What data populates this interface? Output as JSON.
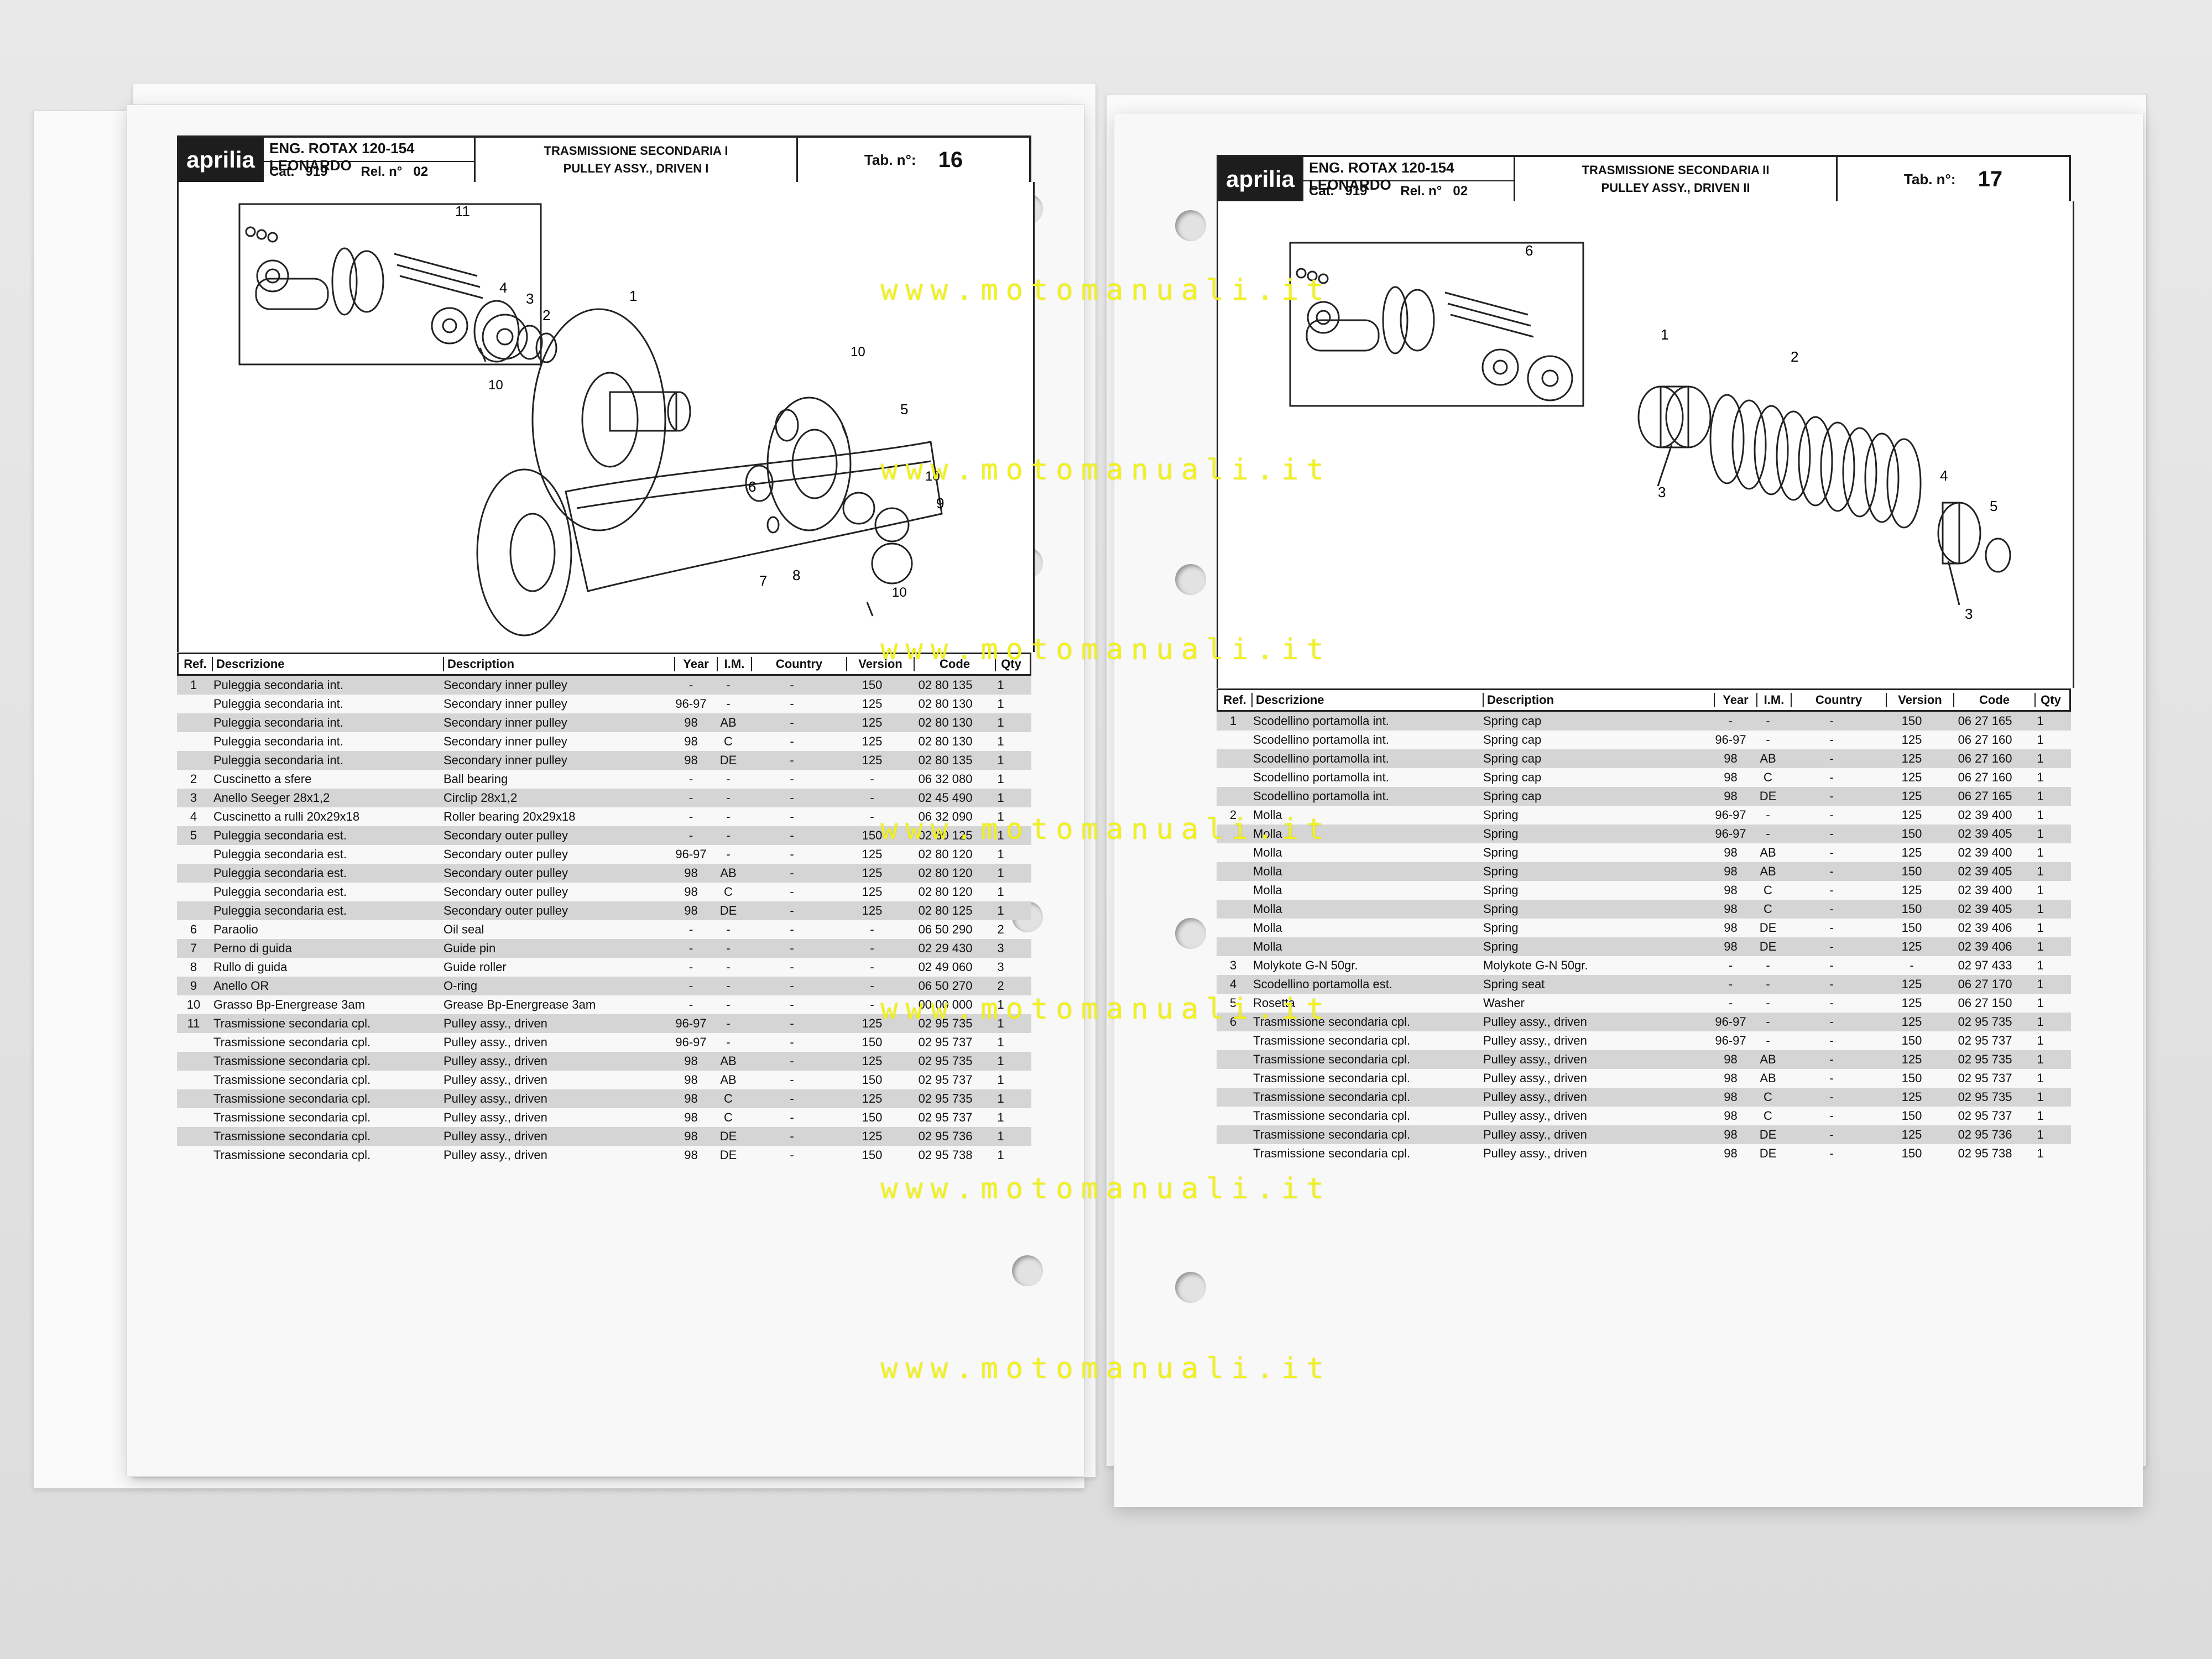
{
  "left": {
    "logo": "aprilia",
    "engine": "ENG. ROTAX 120-154 LEONARDO",
    "cat_label": "Cat.",
    "cat_value": "919",
    "rel_label": "Rel. n°",
    "rel_value": "02",
    "title_it": "TRASMISSIONE SECONDARIA I",
    "title_en": "PULLEY ASSY., DRIVEN I",
    "tab_label": "Tab. n°:",
    "tab_value": "16",
    "callouts": [
      "11",
      "4",
      "3",
      "2",
      "1",
      "10",
      "10",
      "5",
      "10",
      "6",
      "9",
      "7",
      "8",
      "10"
    ],
    "columns": [
      "Ref.",
      "Descrizione",
      "Description",
      "Year",
      "I.M.",
      "Country",
      "Version",
      "Code",
      "Qty"
    ],
    "rows": [
      [
        "1",
        "Puleggia secondaria int.",
        "Secondary inner pulley",
        "-",
        "-",
        "-",
        "150",
        "02 80 135",
        "1"
      ],
      [
        "",
        "Puleggia secondaria int.",
        "Secondary inner pulley",
        "96-97",
        "-",
        "-",
        "125",
        "02 80 130",
        "1"
      ],
      [
        "",
        "Puleggia secondaria int.",
        "Secondary inner pulley",
        "98",
        "AB",
        "-",
        "125",
        "02 80 130",
        "1"
      ],
      [
        "",
        "Puleggia secondaria int.",
        "Secondary inner pulley",
        "98",
        "C",
        "-",
        "125",
        "02 80 130",
        "1"
      ],
      [
        "",
        "Puleggia secondaria int.",
        "Secondary inner pulley",
        "98",
        "DE",
        "-",
        "125",
        "02 80 135",
        "1"
      ],
      [
        "2",
        "Cuscinetto a sfere",
        "Ball bearing",
        "-",
        "-",
        "-",
        "-",
        "06 32 080",
        "1"
      ],
      [
        "3",
        "Anello Seeger 28x1,2",
        "Circlip 28x1,2",
        "-",
        "-",
        "-",
        "-",
        "02 45 490",
        "1"
      ],
      [
        "4",
        "Cuscinetto a rulli 20x29x18",
        "Roller bearing 20x29x18",
        "-",
        "-",
        "-",
        "-",
        "06 32 090",
        "1"
      ],
      [
        "5",
        "Puleggia secondaria est.",
        "Secondary outer pulley",
        "-",
        "-",
        "-",
        "150",
        "02 80 125",
        "1"
      ],
      [
        "",
        "Puleggia secondaria est.",
        "Secondary outer pulley",
        "96-97",
        "-",
        "-",
        "125",
        "02 80 120",
        "1"
      ],
      [
        "",
        "Puleggia secondaria est.",
        "Secondary outer pulley",
        "98",
        "AB",
        "-",
        "125",
        "02 80 120",
        "1"
      ],
      [
        "",
        "Puleggia secondaria est.",
        "Secondary outer pulley",
        "98",
        "C",
        "-",
        "125",
        "02 80 120",
        "1"
      ],
      [
        "",
        "Puleggia secondaria est.",
        "Secondary outer pulley",
        "98",
        "DE",
        "-",
        "125",
        "02 80 125",
        "1"
      ],
      [
        "6",
        "Paraolio",
        "Oil seal",
        "-",
        "-",
        "-",
        "-",
        "06 50 290",
        "2"
      ],
      [
        "7",
        "Perno di guida",
        "Guide pin",
        "-",
        "-",
        "-",
        "-",
        "02 29 430",
        "3"
      ],
      [
        "8",
        "Rullo di guida",
        "Guide roller",
        "-",
        "-",
        "-",
        "-",
        "02 49 060",
        "3"
      ],
      [
        "9",
        "Anello OR",
        "O-ring",
        "-",
        "-",
        "-",
        "-",
        "06 50 270",
        "2"
      ],
      [
        "10",
        "Grasso Bp-Energrease 3am",
        "Grease Bp-Energrease 3am",
        "-",
        "-",
        "-",
        "-",
        "00 00 000",
        "1"
      ],
      [
        "11",
        "Trasmissione secondaria cpl.",
        "Pulley assy., driven",
        "96-97",
        "-",
        "-",
        "125",
        "02 95 735",
        "1"
      ],
      [
        "",
        "Trasmissione secondaria cpl.",
        "Pulley assy., driven",
        "96-97",
        "-",
        "-",
        "150",
        "02 95 737",
        "1"
      ],
      [
        "",
        "Trasmissione secondaria cpl.",
        "Pulley assy., driven",
        "98",
        "AB",
        "-",
        "125",
        "02 95 735",
        "1"
      ],
      [
        "",
        "Trasmissione secondaria cpl.",
        "Pulley assy., driven",
        "98",
        "AB",
        "-",
        "150",
        "02 95 737",
        "1"
      ],
      [
        "",
        "Trasmissione secondaria cpl.",
        "Pulley assy., driven",
        "98",
        "C",
        "-",
        "125",
        "02 95 735",
        "1"
      ],
      [
        "",
        "Trasmissione secondaria cpl.",
        "Pulley assy., driven",
        "98",
        "C",
        "-",
        "150",
        "02 95 737",
        "1"
      ],
      [
        "",
        "Trasmissione secondaria cpl.",
        "Pulley assy., driven",
        "98",
        "DE",
        "-",
        "125",
        "02 95 736",
        "1"
      ],
      [
        "",
        "Trasmissione secondaria cpl.",
        "Pulley assy., driven",
        "98",
        "DE",
        "-",
        "150",
        "02 95 738",
        "1"
      ]
    ]
  },
  "right": {
    "logo": "aprilia",
    "engine": "ENG. ROTAX 120-154 LEONARDO",
    "cat_label": "Cat.",
    "cat_value": "919",
    "rel_label": "Rel. n°",
    "rel_value": "02",
    "title_it": "TRASMISSIONE SECONDARIA II",
    "title_en": "PULLEY ASSY., DRIVEN II",
    "tab_label": "Tab. n°:",
    "tab_value": "17",
    "callouts": [
      "6",
      "1",
      "2",
      "3",
      "4",
      "5",
      "3"
    ],
    "columns": [
      "Ref.",
      "Descrizione",
      "Description",
      "Year",
      "I.M.",
      "Country",
      "Version",
      "Code",
      "Qty"
    ],
    "rows": [
      [
        "1",
        "Scodellino portamolla int.",
        "Spring cap",
        "-",
        "-",
        "-",
        "150",
        "06 27 165",
        "1"
      ],
      [
        "",
        "Scodellino portamolla int.",
        "Spring cap",
        "96-97",
        "-",
        "-",
        "125",
        "06 27 160",
        "1"
      ],
      [
        "",
        "Scodellino portamolla int.",
        "Spring cap",
        "98",
        "AB",
        "-",
        "125",
        "06 27 160",
        "1"
      ],
      [
        "",
        "Scodellino portamolla int.",
        "Spring cap",
        "98",
        "C",
        "-",
        "125",
        "06 27 160",
        "1"
      ],
      [
        "",
        "Scodellino portamolla int.",
        "Spring cap",
        "98",
        "DE",
        "-",
        "125",
        "06 27 165",
        "1"
      ],
      [
        "2",
        "Molla",
        "Spring",
        "96-97",
        "-",
        "-",
        "125",
        "02 39 400",
        "1"
      ],
      [
        "",
        "Molla",
        "Spring",
        "96-97",
        "-",
        "-",
        "150",
        "02 39 405",
        "1"
      ],
      [
        "",
        "Molla",
        "Spring",
        "98",
        "AB",
        "-",
        "125",
        "02 39 400",
        "1"
      ],
      [
        "",
        "Molla",
        "Spring",
        "98",
        "AB",
        "-",
        "150",
        "02 39 405",
        "1"
      ],
      [
        "",
        "Molla",
        "Spring",
        "98",
        "C",
        "-",
        "125",
        "02 39 400",
        "1"
      ],
      [
        "",
        "Molla",
        "Spring",
        "98",
        "C",
        "-",
        "150",
        "02 39 405",
        "1"
      ],
      [
        "",
        "Molla",
        "Spring",
        "98",
        "DE",
        "-",
        "150",
        "02 39 406",
        "1"
      ],
      [
        "",
        "Molla",
        "Spring",
        "98",
        "DE",
        "-",
        "125",
        "02 39 406",
        "1"
      ],
      [
        "3",
        "Molykote G-N 50gr.",
        "Molykote G-N 50gr.",
        "-",
        "-",
        "-",
        "-",
        "02 97 433",
        "1"
      ],
      [
        "4",
        "Scodellino portamolla est.",
        "Spring seat",
        "-",
        "-",
        "-",
        "125",
        "06 27 170",
        "1"
      ],
      [
        "5",
        "Rosetta",
        "Washer",
        "-",
        "-",
        "-",
        "125",
        "06 27 150",
        "1"
      ],
      [
        "6",
        "Trasmissione secondaria cpl.",
        "Pulley assy., driven",
        "96-97",
        "-",
        "-",
        "125",
        "02 95 735",
        "1"
      ],
      [
        "",
        "Trasmissione secondaria cpl.",
        "Pulley assy., driven",
        "96-97",
        "-",
        "-",
        "150",
        "02 95 737",
        "1"
      ],
      [
        "",
        "Trasmissione secondaria cpl.",
        "Pulley assy., driven",
        "98",
        "AB",
        "-",
        "125",
        "02 95 735",
        "1"
      ],
      [
        "",
        "Trasmissione secondaria cpl.",
        "Pulley assy., driven",
        "98",
        "AB",
        "-",
        "150",
        "02 95 737",
        "1"
      ],
      [
        "",
        "Trasmissione secondaria cpl.",
        "Pulley assy., driven",
        "98",
        "C",
        "-",
        "125",
        "02 95 735",
        "1"
      ],
      [
        "",
        "Trasmissione secondaria cpl.",
        "Pulley assy., driven",
        "98",
        "C",
        "-",
        "150",
        "02 95 737",
        "1"
      ],
      [
        "",
        "Trasmissione secondaria cpl.",
        "Pulley assy., driven",
        "98",
        "DE",
        "-",
        "125",
        "02 95 736",
        "1"
      ],
      [
        "",
        "Trasmissione secondaria cpl.",
        "Pulley assy., driven",
        "98",
        "DE",
        "-",
        "150",
        "02 95 738",
        "1"
      ]
    ]
  },
  "watermark": "www.motomanuali.it"
}
